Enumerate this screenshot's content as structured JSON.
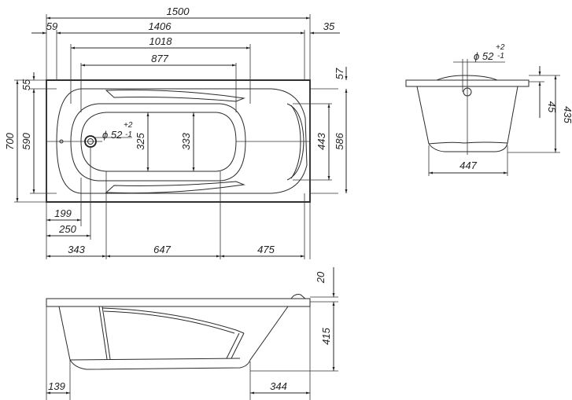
{
  "drawing": {
    "subject": "Bathtub dimension drawing",
    "top_view": {
      "overall_length": "1500",
      "inner_length": "1406",
      "left_rim": "59",
      "right_rim": "35",
      "basin_length": "1018",
      "bottom_length": "877",
      "overall_width": "700",
      "inner_width": "590",
      "top_rim": "55",
      "right_rim_top": "57",
      "bottom_width_left": "325",
      "bottom_width_right": "333",
      "head_width": "443",
      "head_outer_width": "586",
      "drain_diameter": "ϕ 52",
      "drain_tol_upper": "+2",
      "drain_tol_lower": "-1",
      "drain_offset_1": "199",
      "drain_offset_2": "250",
      "seg_1": "343",
      "seg_2": "647",
      "seg_3": "475"
    },
    "end_view": {
      "drain_diameter": "ϕ 52",
      "drain_tol_upper": "+2",
      "drain_tol_lower": "-1",
      "rim_height": "45",
      "total_height": "435",
      "bottom_width": "447"
    },
    "side_view": {
      "top_rise": "20",
      "depth": "415",
      "left_offset": "139",
      "right_offset": "344"
    }
  }
}
